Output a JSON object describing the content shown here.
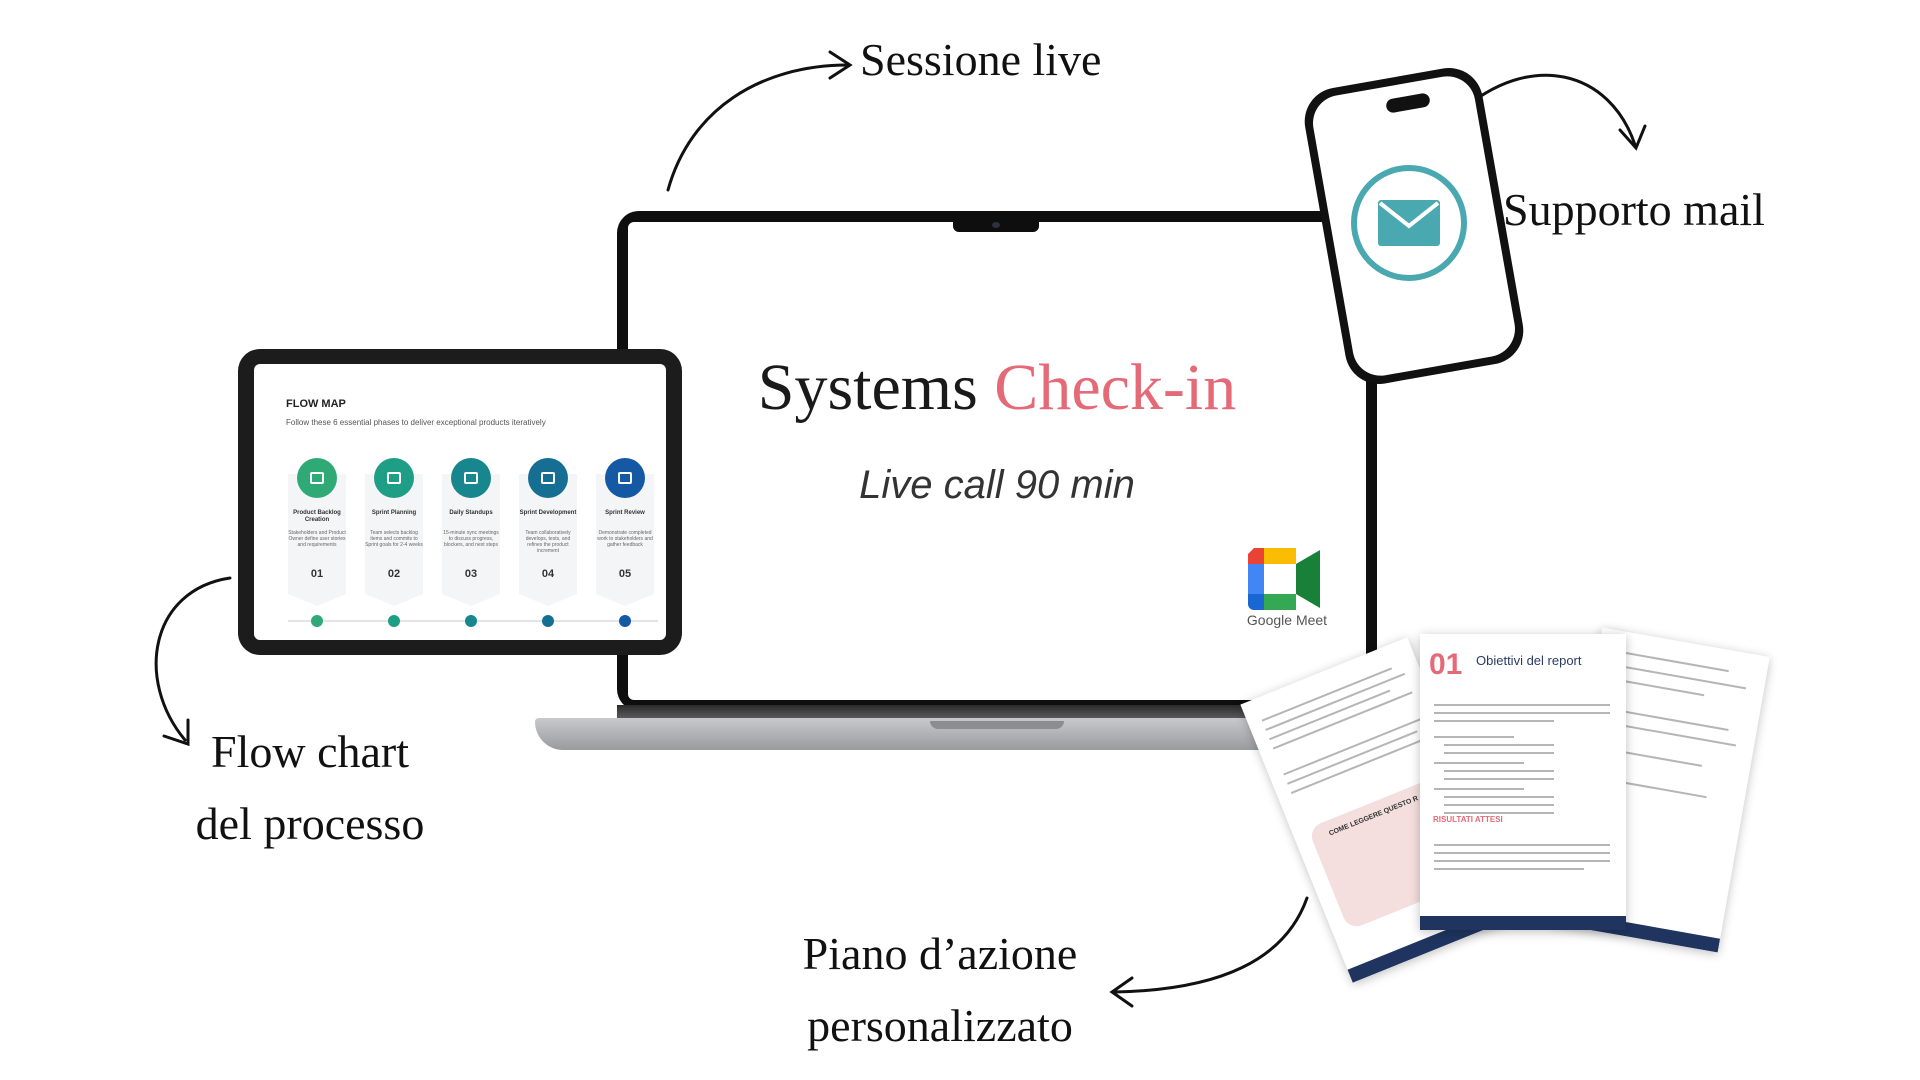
{
  "labels": {
    "sessione_live": "Sessione live",
    "supporto_mail": "Supporto mail",
    "flow_chart_line1": "Flow chart",
    "flow_chart_line2": "del processo",
    "piano_line1": "Piano d’azione",
    "piano_line2": "personalizzato"
  },
  "laptop": {
    "title_main": "Systems",
    "title_accent": "Check-in",
    "subtitle": "Live call 90 min",
    "meet_label": "Google Meet"
  },
  "tablet": {
    "title": "FLOW MAP",
    "subtitle": "Follow these 6 essential phases to deliver exceptional products iteratively",
    "phases": [
      {
        "title": "Product Backlog Creation",
        "desc": "Stakeholders and Product Owner define user stories and requirements",
        "num": "01",
        "color": "#2faa77"
      },
      {
        "title": "Sprint Planning",
        "desc": "Team selects backlog items and commits to Sprint goals for 2-4 weeks",
        "num": "02",
        "color": "#1f9e86"
      },
      {
        "title": "Daily Standups",
        "desc": "15-minute sync meetings to discuss progress, blockers, and next steps",
        "num": "03",
        "color": "#17868f"
      },
      {
        "title": "Sprint Development",
        "desc": "Team collaboratively develops, tests, and refines the product increment",
        "num": "04",
        "color": "#166f93"
      },
      {
        "title": "Sprint Review",
        "desc": "Demonstrate completed work to stakeholders and gather feedback",
        "num": "05",
        "color": "#1558a3"
      }
    ]
  },
  "document": {
    "number": "01",
    "title": "Obiettivi del report",
    "section": "RISULTATI ATTESI",
    "left_heading": "COME LEGGERE QUESTO R"
  },
  "colors": {
    "accent": "#e56a78",
    "mail": "#4aa9b0",
    "doc_footer": "#1f3560"
  },
  "icons": [
    "mail-icon",
    "google-meet-icon",
    "list-icon",
    "clipboard-icon",
    "person-icon",
    "monitor-icon",
    "thumbs-up-icon"
  ]
}
